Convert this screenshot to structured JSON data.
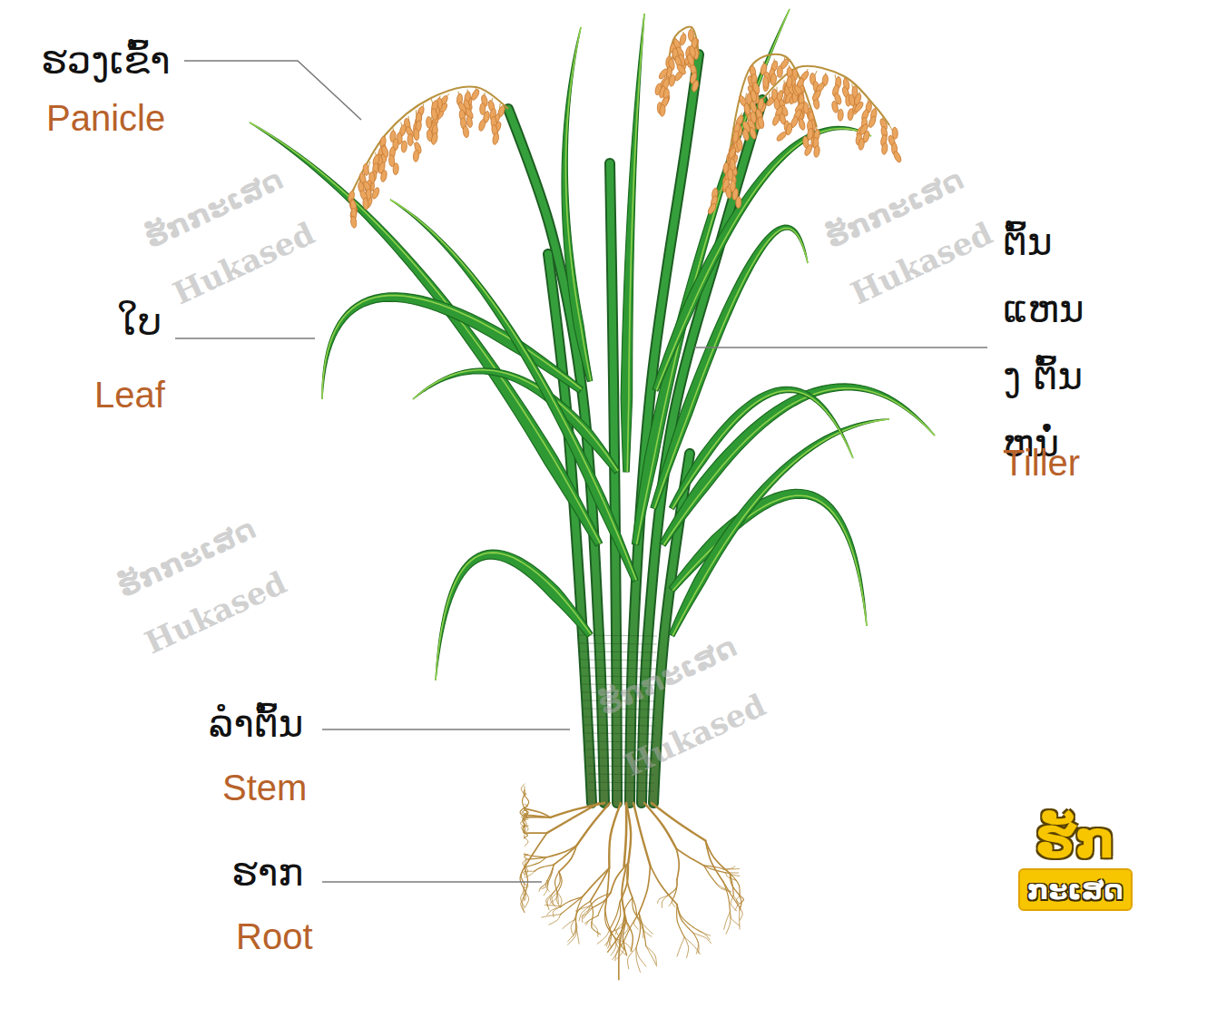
{
  "diagram": {
    "nodes": [
      {
        "text": [
          "ຮັກ",
          "ກະເສດ"
        ]
      }
    ],
    "labels": [
      "ຮວງເຂົ້າ",
      "Panicle",
      "ໃບ",
      "Leaf",
      "ຕົ້ນແຫນງ ຕົ້ນຫນໍ່",
      "Tiller",
      "ລຳຕົ້ນ",
      "Stem",
      "ຮາກ",
      "Root",
      "ຮັກກະເສດ",
      "Hukased",
      "ຮັກກະເສດ",
      "Hukased",
      "ຮັກກະເສດ",
      "Hukased",
      "ຮັກກະເສດ",
      "Hukased"
    ]
  }
}
